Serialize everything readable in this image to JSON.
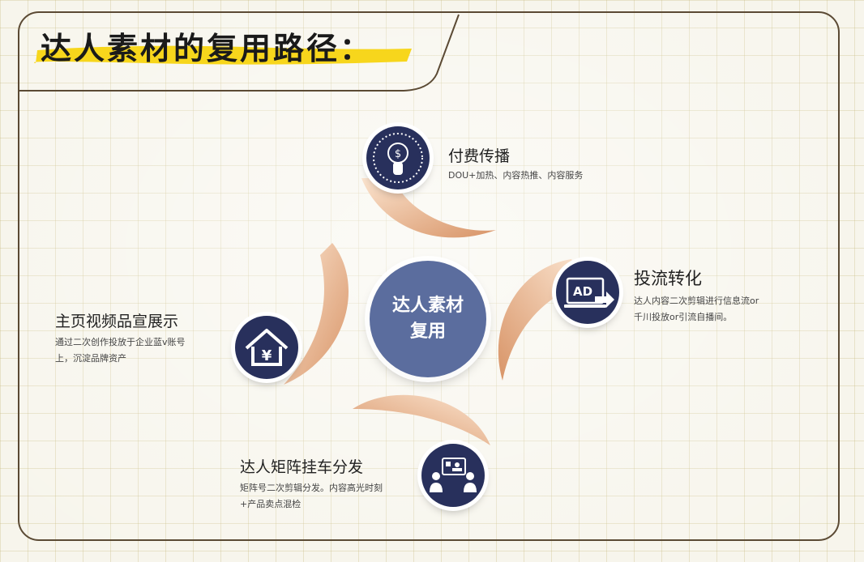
{
  "title": "达人素材的复用路径：",
  "center": {
    "line1": "达人素材",
    "line2": "复用"
  },
  "nodes": {
    "paid": {
      "title": "付费传播",
      "desc": "DOU+加热、内容热推、内容服务"
    },
    "conversion": {
      "title": "投流转化",
      "desc1": "达人内容二次剪辑进行信息流or",
      "desc2": "千川投放or引流自播间。"
    },
    "homepage": {
      "title": "主页视频品宣展示",
      "desc1": "通过二次创作投放于企业蓝v账号",
      "desc2": "上，沉淀品牌资产"
    },
    "matrix": {
      "title": "达人矩阵挂车分发",
      "desc1": "矩阵号二次剪辑分发。内容高光时刻",
      "desc2": "+产品卖点混检"
    },
    "ad_icon_text": "AD",
    "yen_icon_text": "¥"
  },
  "colors": {
    "navy": "#28305c",
    "center": "#5b6d9e",
    "highlight": "#f7d61c",
    "arc": "#e2a877",
    "border": "#5b4a34"
  }
}
